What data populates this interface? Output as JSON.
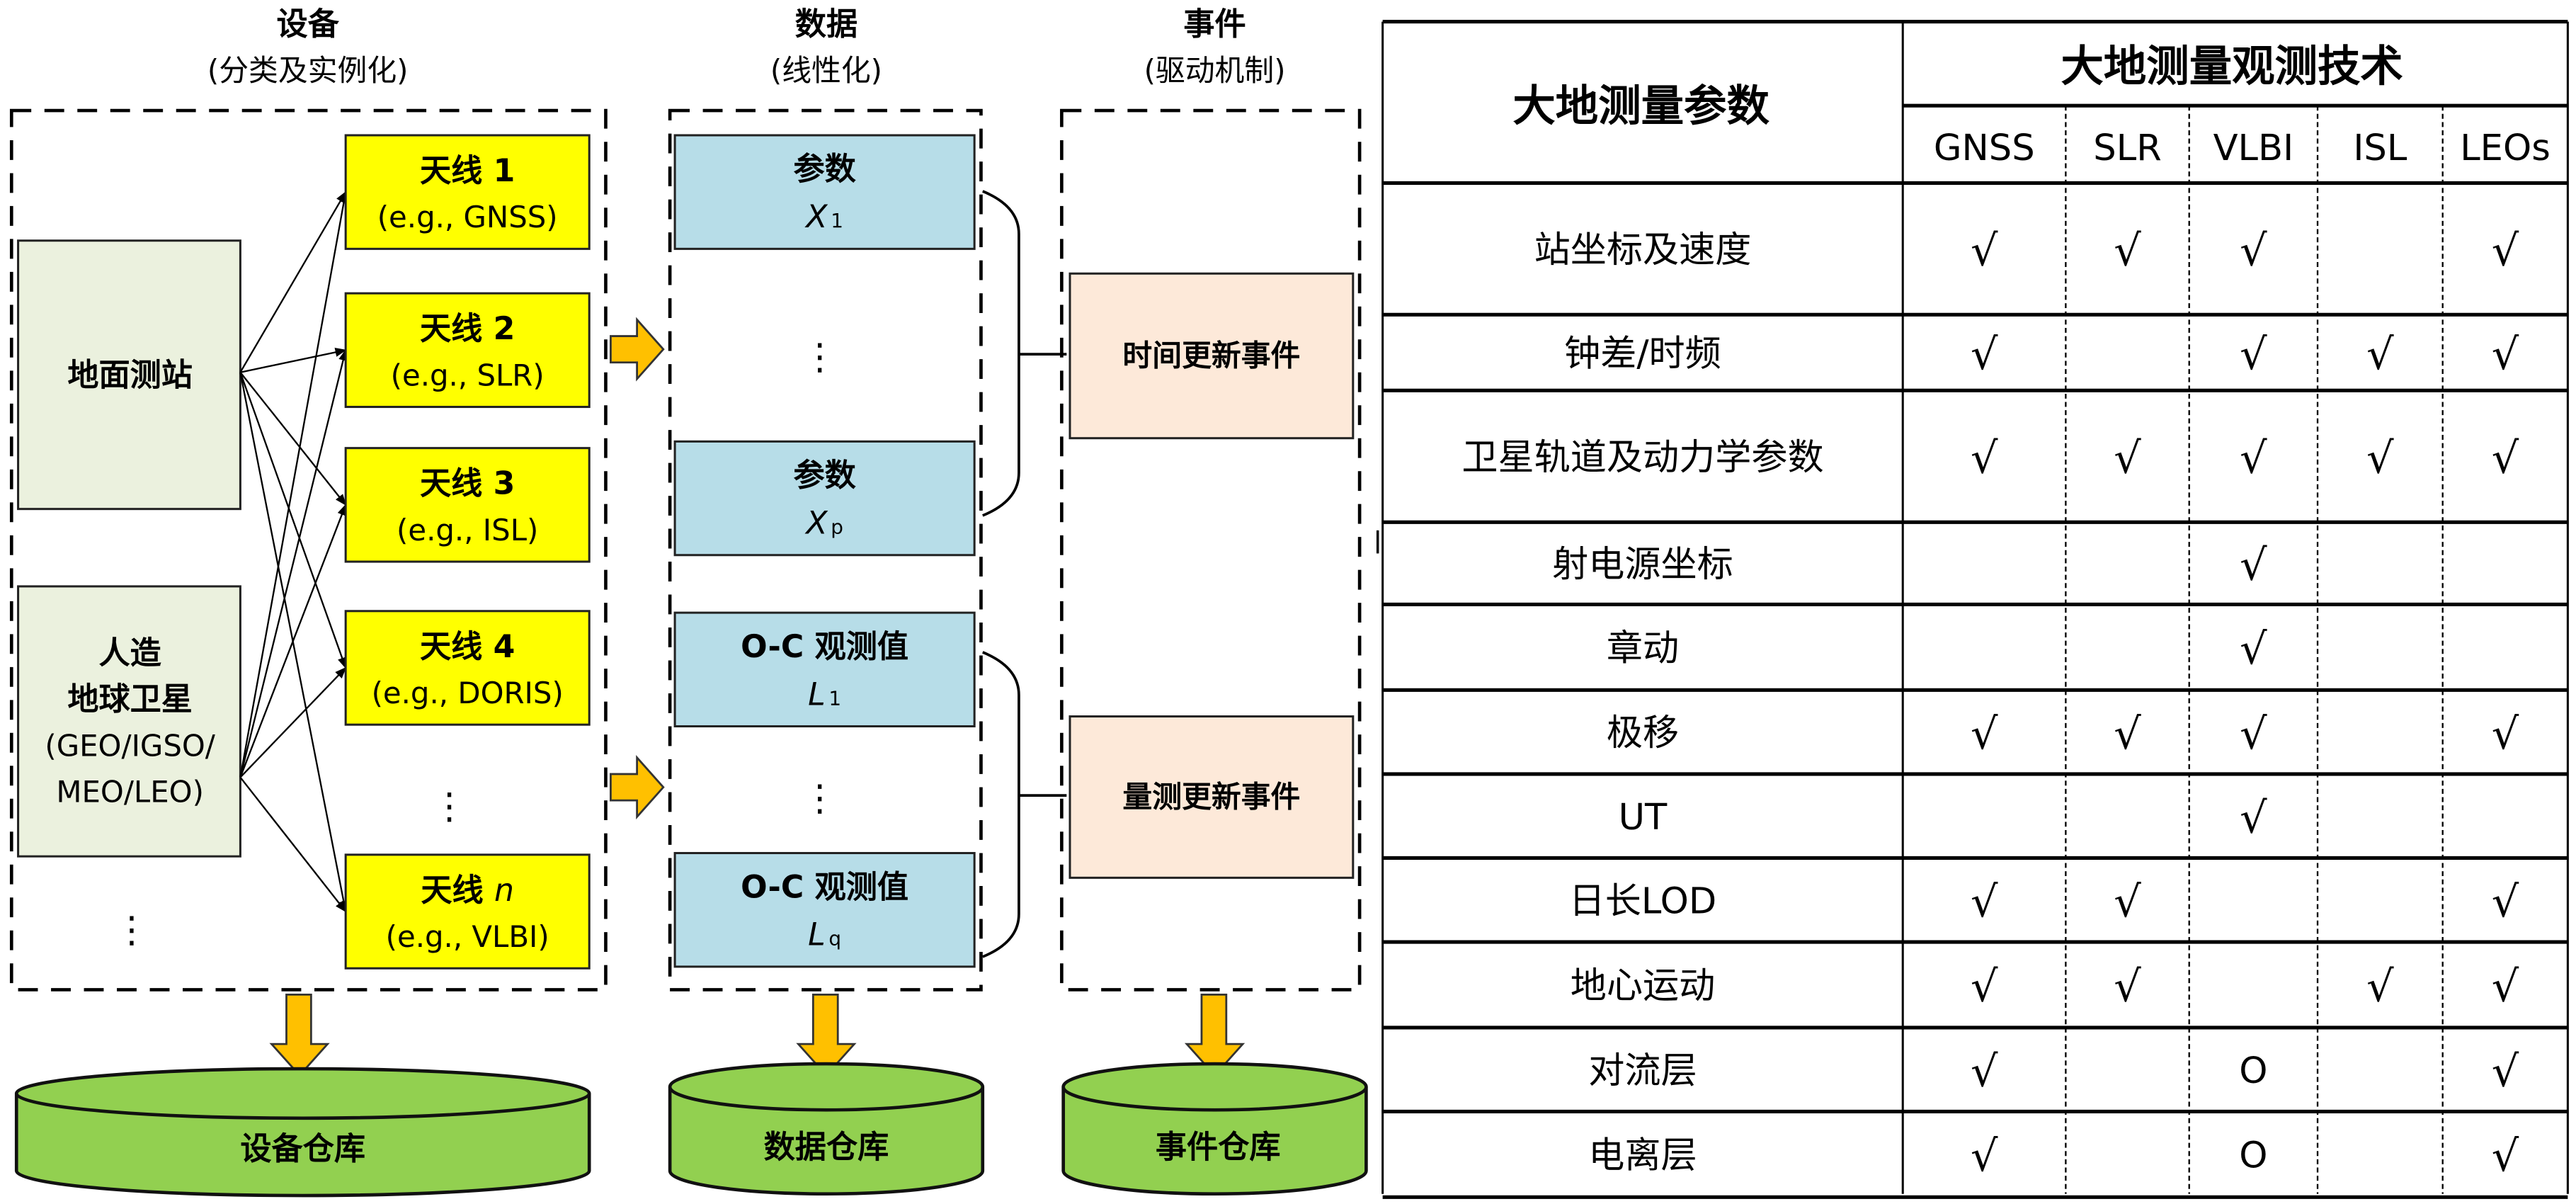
{
  "columns": {
    "device": {
      "title": "设备",
      "subtitle": "(分类及实例化)"
    },
    "data": {
      "title": "数据",
      "subtitle": "(线性化)"
    },
    "event": {
      "title": "事件",
      "subtitle": "(驱动机制)"
    }
  },
  "sources": [
    {
      "lines": [
        "地面测站"
      ]
    },
    {
      "lines": [
        "人造",
        "地球卫星",
        "(GEO/IGSO/",
        "MEO/LEO)"
      ]
    }
  ],
  "antennas": [
    {
      "name": "天线 1",
      "example": "(e.g., GNSS)"
    },
    {
      "name": "天线 2",
      "example": "(e.g., SLR)"
    },
    {
      "name": "天线 3",
      "example": "(e.g., ISL)"
    },
    {
      "name": "天线 4",
      "example": "(e.g., DORIS)"
    },
    {
      "name": "天线 ",
      "name_italic": "n",
      "example": "(e.g., VLBI)"
    }
  ],
  "data_boxes": [
    {
      "label": "参数",
      "symbol": "X",
      "sub": "1"
    },
    {
      "label": "参数",
      "symbol": "X",
      "sub": "p"
    },
    {
      "label": "O-C 观测值",
      "symbol": "L",
      "sub": "1"
    },
    {
      "label": "O-C 观测值",
      "symbol": "L",
      "sub": "q"
    }
  ],
  "events": [
    "时间更新事件",
    "量测更新事件"
  ],
  "repositories": [
    "设备仓库",
    "数据仓库",
    "事件仓库"
  ],
  "ellipsis": "⋮",
  "colors": {
    "antenna": "#ffff00",
    "source": "#ebf1de",
    "data": "#b7dde8",
    "event": "#fde9d9",
    "repository": "#92d050",
    "arrow": "#ffc000",
    "check": "#e00000"
  },
  "table": {
    "param_header": "大地测量参数",
    "tech_header": "大地测量观测技术",
    "techniques": [
      "GNSS",
      "SLR",
      "VLBI",
      "ISL",
      "LEOs"
    ],
    "rows": [
      {
        "param": "站坐标及速度",
        "marks": [
          "√",
          "√",
          "√",
          "",
          "√"
        ]
      },
      {
        "param": "钟差/时频",
        "marks": [
          "√",
          "",
          "√",
          "√",
          "√"
        ]
      },
      {
        "param": "卫星轨道及动力学参数",
        "marks": [
          "√",
          "√",
          "√",
          "√",
          "√"
        ]
      },
      {
        "param": "射电源坐标",
        "marks": [
          "",
          "",
          "√",
          "",
          ""
        ]
      },
      {
        "param": "章动",
        "marks": [
          "",
          "",
          "√",
          "",
          ""
        ]
      },
      {
        "param": "极移",
        "marks": [
          "√",
          "√",
          "√",
          "",
          "√"
        ]
      },
      {
        "param": "UT",
        "marks": [
          "",
          "",
          "√",
          "",
          ""
        ]
      },
      {
        "param": "日长LOD",
        "marks": [
          "√",
          "√",
          "",
          "",
          "√"
        ]
      },
      {
        "param": "地心运动",
        "marks": [
          "√",
          "√",
          "",
          "√",
          "√"
        ]
      },
      {
        "param": "对流层",
        "marks": [
          "√",
          "",
          "O",
          "",
          "√"
        ]
      },
      {
        "param": "电离层",
        "marks": [
          "√",
          "",
          "O",
          "",
          "√"
        ]
      }
    ]
  }
}
